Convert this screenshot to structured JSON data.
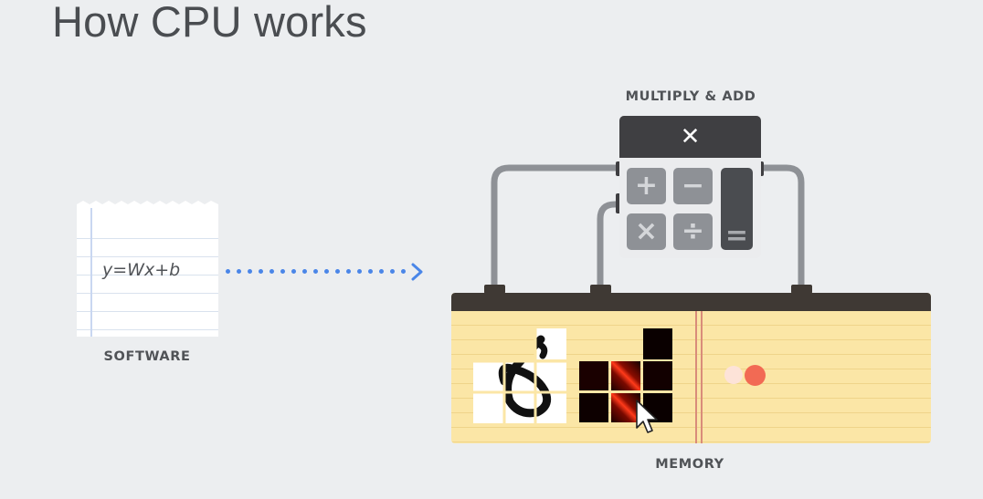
{
  "title": "How CPU works",
  "software": {
    "formula": "y=Wx+b",
    "label": "SOFTWARE"
  },
  "alu": {
    "label": "MULTIPLY & ADD",
    "operation_symbol": "✕",
    "keys": [
      "+",
      "−",
      "×",
      "÷",
      "="
    ]
  },
  "memory": {
    "label": "MEMORY"
  },
  "colors": {
    "arrow": "#4a86e8",
    "background": "#eceef0",
    "notepad": "#fbe6a6",
    "dark": "#3f3f42",
    "wire": "#8e9196"
  },
  "icons": [
    "cursor-pointer-icon"
  ]
}
